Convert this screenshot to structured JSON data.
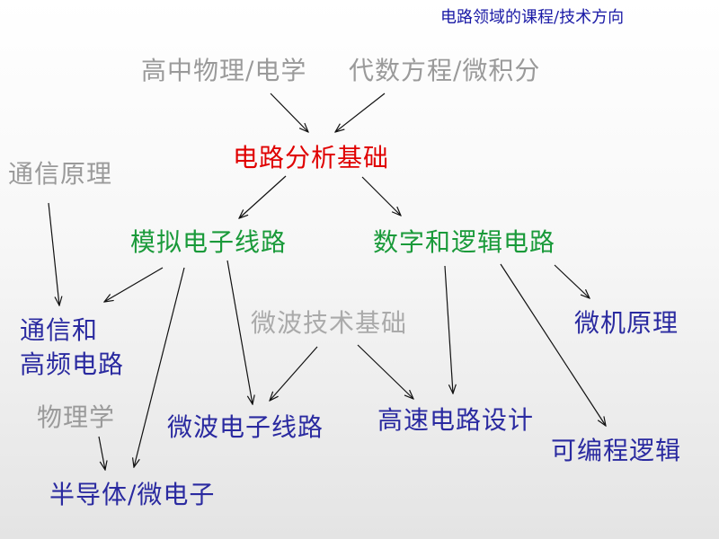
{
  "header": "电路领域的课程/技术方向",
  "colors": {
    "header": "#1a1aa6",
    "core": "#e00000",
    "branch": "#1a9a3a",
    "prereq": "#9a9a9a",
    "course": "#2a2aa0"
  },
  "nodes": {
    "highschool_physics": "高中物理/电学",
    "algebra_calculus": "代数方程/微积分",
    "circuit_basics": "电路分析基础",
    "comm_principles": "通信原理",
    "analog_circuits": "模拟电子线路",
    "digital_logic": "数字和逻辑电路",
    "comm_hf_line1": "通信和",
    "comm_hf_line2": "高频电路",
    "microwave_basics": "微波技术基础",
    "microcomputer": "微机原理",
    "physics": "物理学",
    "microwave_circuits": "微波电子线路",
    "highspeed_design": "高速电路设计",
    "programmable_logic": "可编程逻辑",
    "semiconductor": "半导体/微电子"
  }
}
